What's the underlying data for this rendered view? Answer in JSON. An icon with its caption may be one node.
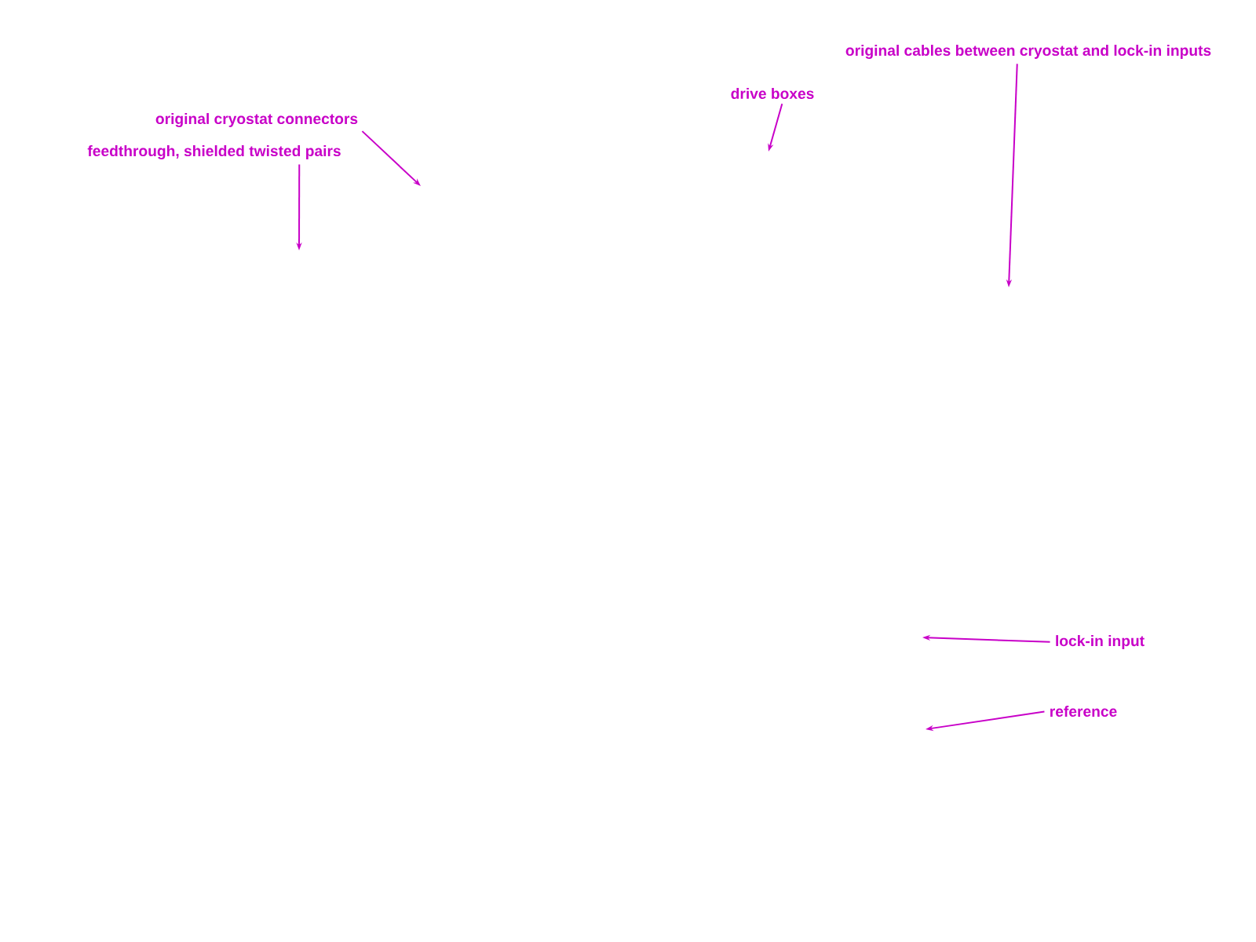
{
  "diagram": {
    "nodes": [
      {
        "text": [
          "original cables between cryostat and lock-in inputs"
        ]
      },
      {
        "text": [
          "drive boxes"
        ]
      },
      {
        "text": [
          "original cryostat connectors"
        ]
      },
      {
        "text": [
          "feedthrough, shielded twisted pairs"
        ]
      },
      {
        "text": [
          "lock-in input"
        ]
      },
      {
        "text": [
          "reference"
        ]
      }
    ],
    "edges": [
      {
        "from": 0,
        "to": null,
        "arrow": "to"
      },
      {
        "from": 1,
        "to": null,
        "arrow": "to"
      },
      {
        "from": 2,
        "to": null,
        "arrow": "to"
      },
      {
        "from": 3,
        "to": null,
        "arrow": "to"
      },
      {
        "from": 4,
        "to": null,
        "arrow": "to"
      },
      {
        "from": 5,
        "to": null,
        "arrow": "to"
      }
    ]
  }
}
